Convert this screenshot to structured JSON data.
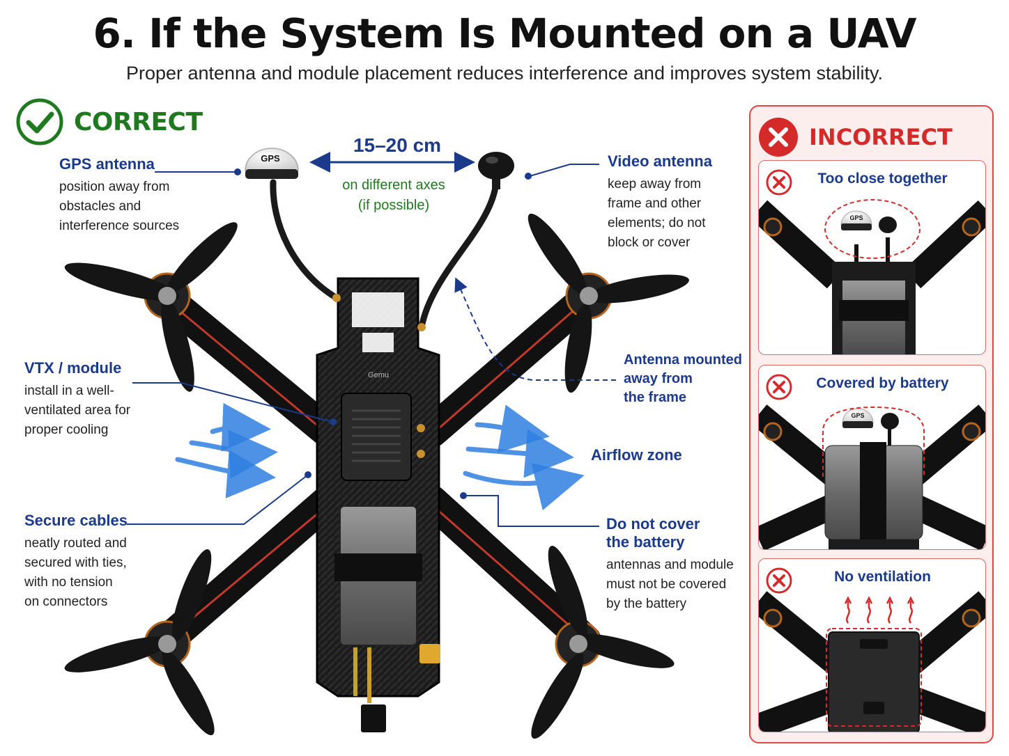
{
  "header": {
    "title": "6. If the System Is Mounted on a UAV",
    "subtitle": "Proper antenna and module placement reduces interference and improves system stability."
  },
  "correct": {
    "label": "CORRECT",
    "icon": "check-circle-icon",
    "color": "#1f7a1f"
  },
  "distance": {
    "value": "15–20 cm",
    "note_line1": "on different axes",
    "note_line2": "(if possible)"
  },
  "callouts": {
    "gps": {
      "title": "GPS antenna",
      "lines": [
        "position away from",
        "obstacles and",
        "interference sources"
      ]
    },
    "video": {
      "title": "Video antenna",
      "lines": [
        "keep away from",
        "frame and other",
        "elements; do not",
        "block or cover"
      ]
    },
    "vtx": {
      "title": "VTX / module",
      "lines": [
        "install in a well-",
        "ventilated area for",
        "proper cooling"
      ]
    },
    "cables": {
      "title": "Secure cables",
      "lines": [
        "neatly routed and",
        "secured with ties,",
        "with no tension",
        "on connectors"
      ]
    },
    "battery": {
      "title_line1": "Do not cover",
      "title_line2": "the battery",
      "lines": [
        "antennas and module",
        "must not be covered",
        "by the battery"
      ]
    },
    "mounted": {
      "lines": [
        "Antenna mounted",
        "away from",
        "the frame"
      ]
    },
    "airflow": {
      "label": "Airflow zone"
    }
  },
  "drone_labels": {
    "gps_cap": "GPS",
    "frame_brand": "Gemu"
  },
  "incorrect": {
    "label": "INCORRECT",
    "icon": "x-circle-icon",
    "color": "#d42a2a",
    "cases": [
      {
        "title": "Too close together",
        "gps_cap": "GPS"
      },
      {
        "title": "Covered by battery",
        "gps_cap": "GPS"
      },
      {
        "title": "No ventilation"
      }
    ]
  },
  "colors": {
    "accent_blue": "#1b3a8c",
    "airflow_blue": "#2f7fe0",
    "ok_green": "#1f7a1f",
    "error_red": "#d42a2a"
  }
}
